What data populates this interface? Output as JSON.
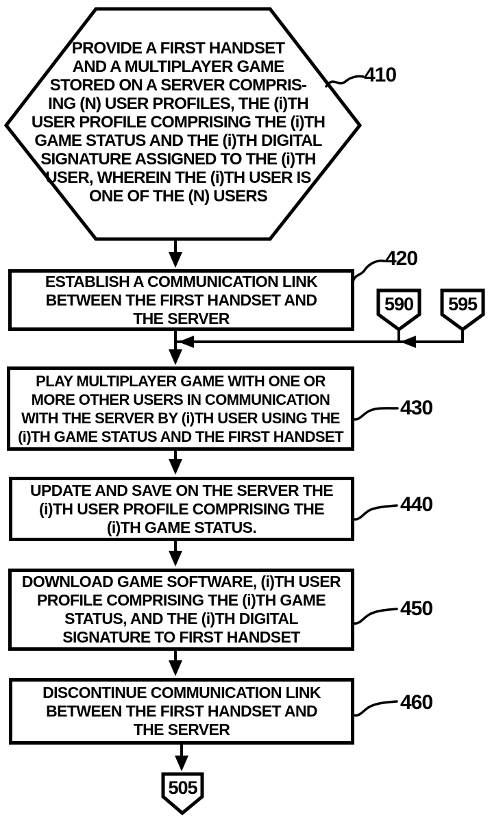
{
  "page": {
    "background_color": "#ffffff",
    "ink_color": "#000000"
  },
  "flowchart": {
    "start_step": {
      "ref": "410",
      "shape": "hexagon",
      "text": "PROVIDE A FIRST HANDSET\nAND A MULTIPLAYER GAME\nSTORED ON A SERVER COMPRIS-\nING (N) USER PROFILES, THE (i)TH\nUSER PROFILE COMPRISING THE (i)TH\nGAME STATUS AND THE (i)TH DIGITAL\nSIGNATURE ASSIGNED TO THE (i)TH\nUSER, WHEREIN THE (i)TH USER IS\nONE OF THE (N) USERS"
    },
    "steps": [
      {
        "ref": "420",
        "shape": "rect",
        "text": "ESTABLISH A COMMUNICATION LINK\nBETWEEN THE FIRST HANDSET AND\nTHE SERVER"
      },
      {
        "ref": "430",
        "shape": "rect",
        "text": "PLAY MULTIPLAYER GAME WITH ONE OR\nMORE OTHER USERS IN COMMUNICATION\nWITH THE SERVER BY (i)TH USER USING THE\n(i)TH GAME STATUS AND THE FIRST HANDSET"
      },
      {
        "ref": "440",
        "shape": "rect",
        "text": "UPDATE AND SAVE ON THE SERVER THE\n(i)TH USER PROFILE COMPRISING THE\n(i)TH GAME STATUS."
      },
      {
        "ref": "450",
        "shape": "rect",
        "text": "DOWNLOAD GAME SOFTWARE, (i)TH USER\nPROFILE COMPRISING THE (i)TH GAME\nSTATUS, AND THE (i)TH DIGITAL\nSIGNATURE TO FIRST HANDSET"
      },
      {
        "ref": "460",
        "shape": "rect",
        "text": "DISCONTINUE COMMUNICATION LINK\nBETWEEN THE FIRST HANDSET AND\nTHE SERVER"
      }
    ],
    "offpage_refs_in": [
      {
        "ref": "590"
      },
      {
        "ref": "595"
      }
    ],
    "offpage_ref_out": {
      "ref": "505"
    }
  }
}
